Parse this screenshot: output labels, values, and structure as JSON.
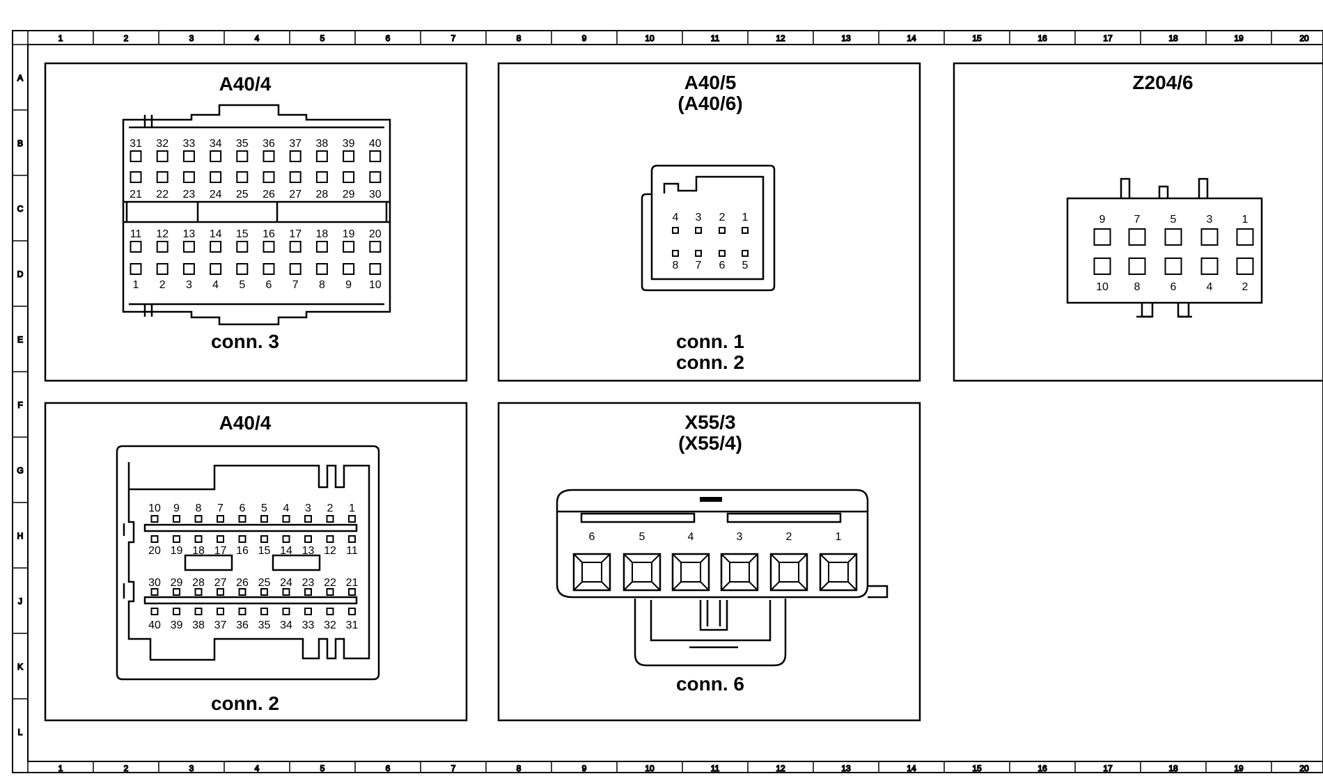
{
  "frame": {
    "columns": [
      "1",
      "2",
      "3",
      "4",
      "5",
      "6",
      "7",
      "8",
      "9",
      "10",
      "11",
      "12",
      "13",
      "14",
      "15",
      "16",
      "17",
      "18",
      "19",
      "20"
    ],
    "rows": [
      "A",
      "B",
      "C",
      "D",
      "E",
      "F",
      "G",
      "H",
      "J",
      "K",
      "L"
    ]
  },
  "panels": {
    "a40_4_top": {
      "title": "A40/4",
      "caption": "conn. 3",
      "pins": [
        "31",
        "32",
        "33",
        "34",
        "35",
        "36",
        "37",
        "38",
        "39",
        "40",
        "21",
        "22",
        "23",
        "24",
        "25",
        "26",
        "27",
        "28",
        "29",
        "30",
        "11",
        "12",
        "13",
        "14",
        "15",
        "16",
        "17",
        "18",
        "19",
        "20",
        "1",
        "2",
        "3",
        "4",
        "5",
        "6",
        "7",
        "8",
        "9",
        "10"
      ]
    },
    "a40_5": {
      "title": "A40/5",
      "title2": "(A40/6)",
      "caption": "conn. 1",
      "caption2": "conn. 2",
      "pins": [
        "4",
        "3",
        "2",
        "1",
        "8",
        "7",
        "6",
        "5"
      ]
    },
    "z204_6": {
      "title": "Z204/6",
      "pins": [
        "9",
        "7",
        "5",
        "3",
        "1",
        "10",
        "8",
        "6",
        "4",
        "2"
      ]
    },
    "a40_4_bottom": {
      "title": "A40/4",
      "caption": "conn. 2",
      "pins": [
        "10",
        "9",
        "8",
        "7",
        "6",
        "5",
        "4",
        "3",
        "2",
        "1",
        "20",
        "19",
        "18",
        "17",
        "16",
        "15",
        "14",
        "13",
        "12",
        "11",
        "30",
        "29",
        "28",
        "27",
        "26",
        "25",
        "24",
        "23",
        "22",
        "21",
        "40",
        "39",
        "38",
        "37",
        "36",
        "35",
        "34",
        "33",
        "32",
        "31"
      ]
    },
    "x55_3": {
      "title": "X55/3",
      "title2": "(X55/4)",
      "caption": "conn. 6",
      "pins": [
        "6",
        "5",
        "4",
        "3",
        "2",
        "1"
      ]
    }
  }
}
